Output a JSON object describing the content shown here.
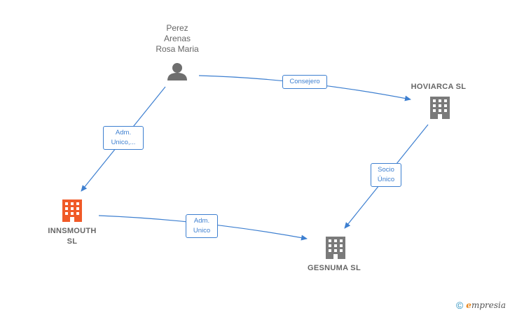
{
  "nodes": {
    "person": {
      "name": "Perez\nArenas\nRosa Maria",
      "icon": "person-icon"
    },
    "hoviarca": {
      "name": "HOVIARCA  SL",
      "icon": "building-icon"
    },
    "innsmouth": {
      "name": "INNSMOUTH\nSL",
      "icon": "building-icon",
      "highlight": true
    },
    "gesnuma": {
      "name": "GESNUMA  SL",
      "icon": "building-icon"
    }
  },
  "edges": {
    "consejero": "Consejero",
    "adm_unico_dots": "Adm.\nUnico,...",
    "socio_unico": "Socio\nÚnico",
    "adm_unico": "Adm.\nUnico"
  },
  "colors": {
    "edge": "#3d7fd0",
    "building": "#7a7a7a",
    "building_highlight": "#f05a28",
    "person": "#6e6e6e"
  },
  "watermark": {
    "copyright": "©",
    "brand_e": "e",
    "brand_rest": "mpresia"
  }
}
